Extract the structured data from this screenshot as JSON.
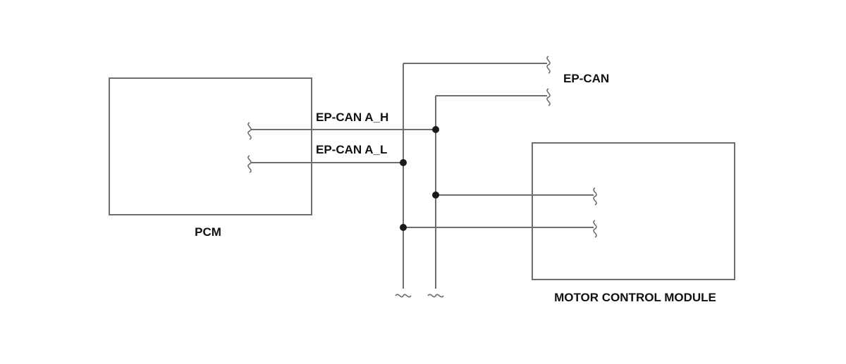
{
  "diagram": {
    "labels": {
      "pcm": "PCM",
      "motor_control_module": "MOTOR CONTROL MODULE",
      "bus": "EP-CAN",
      "wire_high": "EP-CAN A_H",
      "wire_low": "EP-CAN A_L"
    },
    "components": [
      "PCM",
      "MOTOR CONTROL MODULE"
    ],
    "connections": [
      {
        "from": "PCM",
        "to": "EP-CAN",
        "signal": "EP-CAN A_H"
      },
      {
        "from": "PCM",
        "to": "EP-CAN",
        "signal": "EP-CAN A_L"
      },
      {
        "from": "EP-CAN",
        "to": "MOTOR CONTROL MODULE",
        "signal": "EP-CAN A_H"
      },
      {
        "from": "EP-CAN",
        "to": "MOTOR CONTROL MODULE",
        "signal": "EP-CAN A_L"
      }
    ],
    "colors": {
      "line": "#6e6e6e",
      "splice_dot": "#1a1a1a",
      "text": "#111111"
    }
  }
}
